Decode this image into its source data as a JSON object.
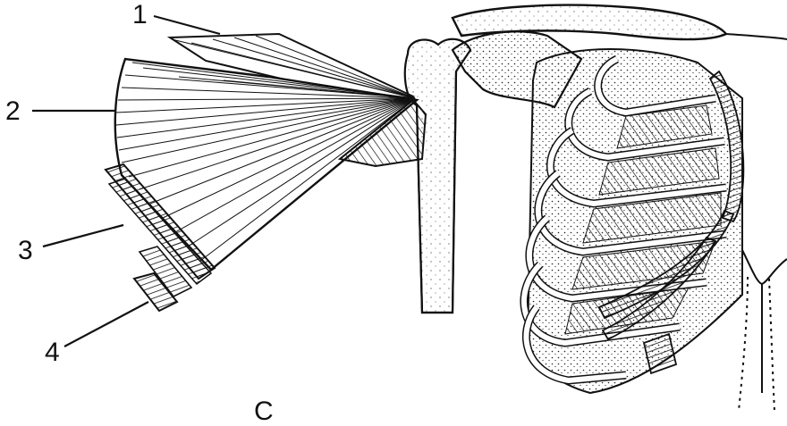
{
  "labels": [
    "1",
    "2",
    "3",
    "4"
  ],
  "caption": "C",
  "colors": {
    "ink": "#111111",
    "background": "#ffffff"
  }
}
